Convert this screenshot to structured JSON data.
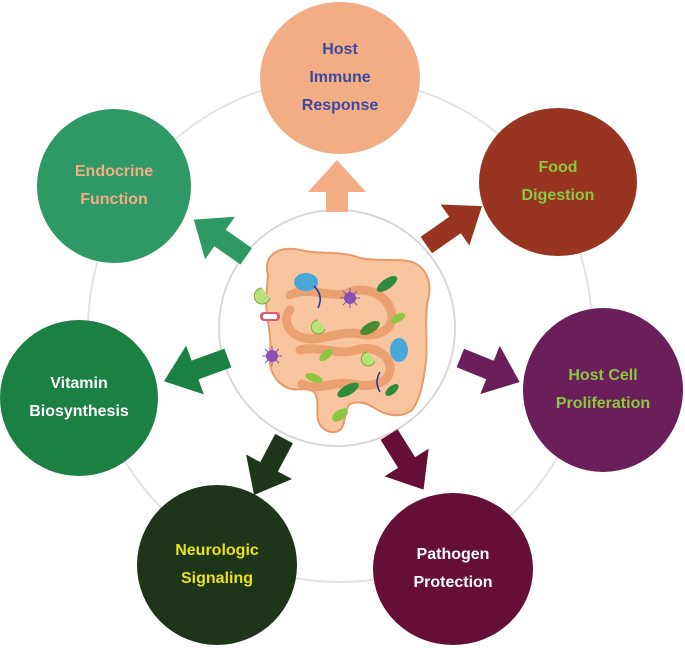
{
  "nodes": [
    {
      "id": "immune",
      "label": "Host\nImmune\nResponse",
      "fill": "#f2ad85",
      "text_color": "#3b4aa0"
    },
    {
      "id": "food",
      "label": "Food\nDigestion",
      "fill": "#983520",
      "text_color": "#8dc63f"
    },
    {
      "id": "prolif",
      "label": "Host Cell\nProliferation",
      "fill": "#6a1f5b",
      "text_color": "#8dc63f"
    },
    {
      "id": "pathogen",
      "label": "Pathogen\nProtection",
      "fill": "#650e36",
      "text_color": "#ffffff"
    },
    {
      "id": "neuro",
      "label": "Neurologic\nSignaling",
      "fill": "#1f3519",
      "text_color": "#e8e21b"
    },
    {
      "id": "vitamin",
      "label": "Vitamin\nBiosynthesis",
      "fill": "#1b8142",
      "text_color": "#ffffff"
    },
    {
      "id": "endo",
      "label": "Endocrine\nFunction",
      "fill": "#2f9966",
      "text_color": "#f2ad85"
    }
  ],
  "center": {
    "icon": "intestine-with-microbes-icon"
  },
  "arrows": [
    {
      "to": "immune",
      "color": "#f2ad85"
    },
    {
      "to": "food",
      "color": "#983520"
    },
    {
      "to": "prolif",
      "color": "#6a1f5b"
    },
    {
      "to": "pathogen",
      "color": "#650e36"
    },
    {
      "to": "neuro",
      "color": "#1f3519"
    },
    {
      "to": "vitamin",
      "color": "#1b8142"
    },
    {
      "to": "endo",
      "color": "#2f9966"
    }
  ]
}
